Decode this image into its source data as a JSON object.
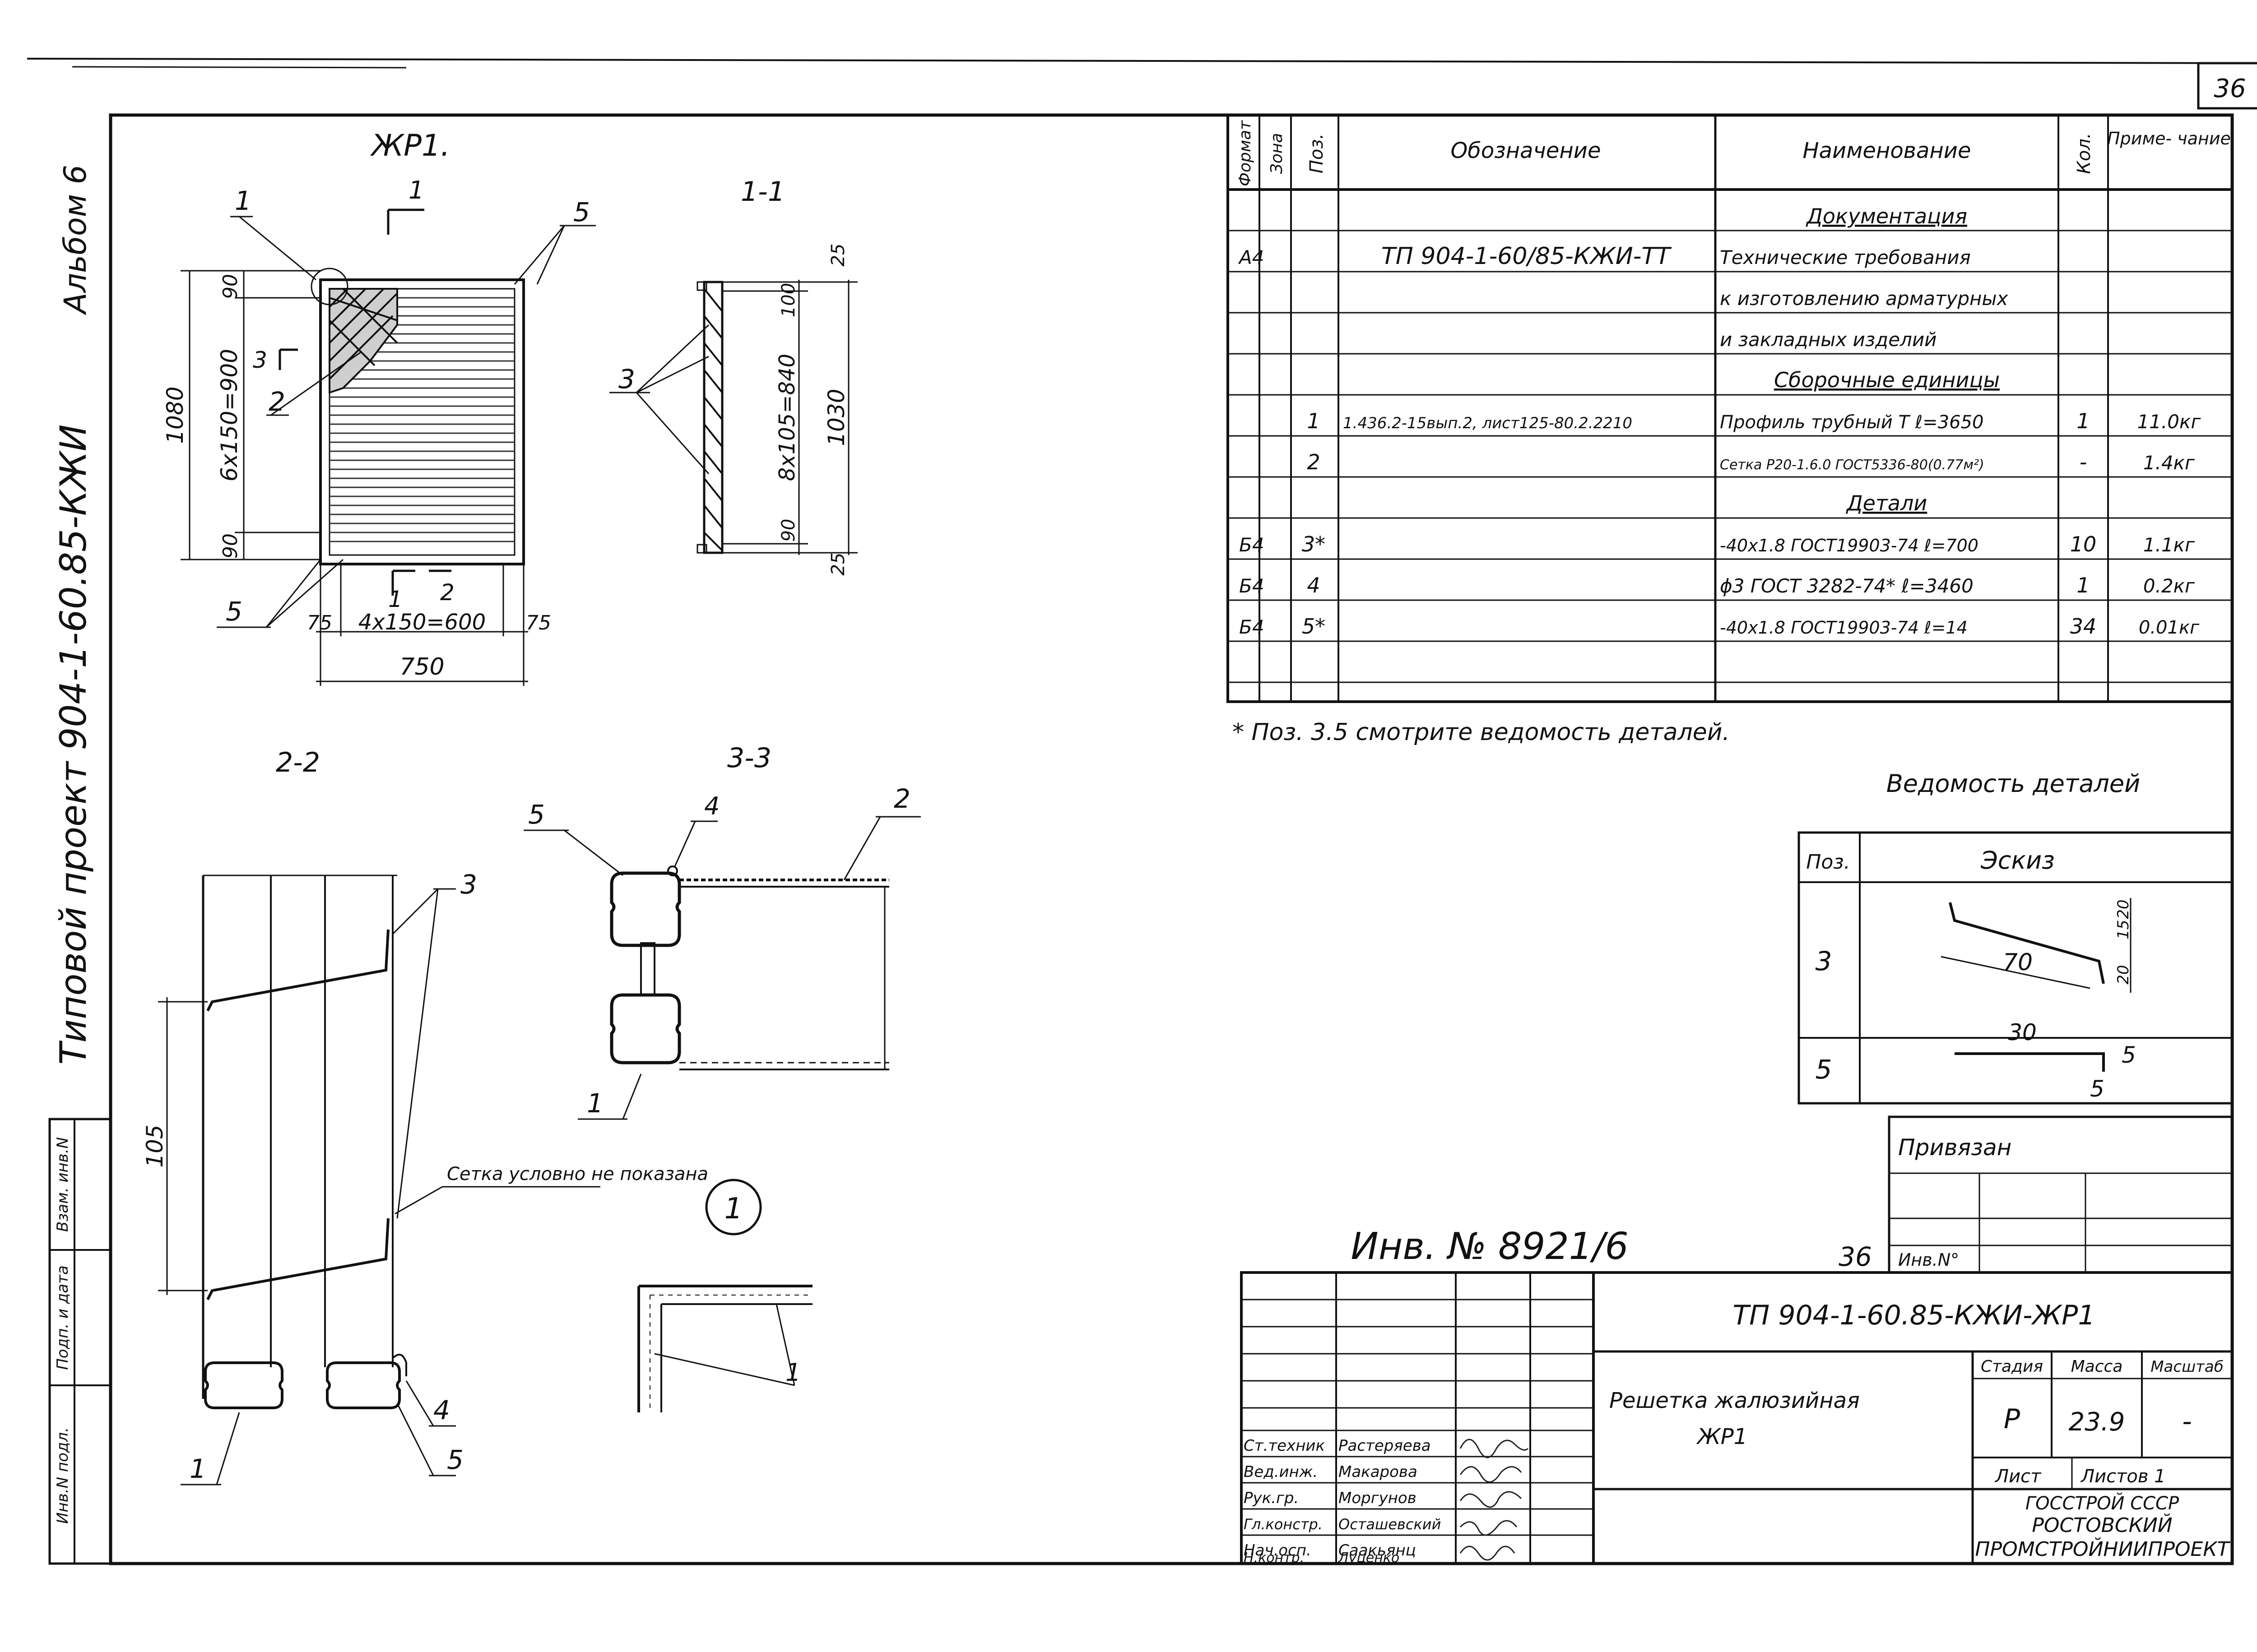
{
  "page_number": "36",
  "side_title": {
    "album": "Альбом 6",
    "project": "Типовой проект 904-1-60.85-КЖИ"
  },
  "side_stamp": [
    "Инв.N подл.",
    "Подп. и дата",
    "Взам. инв.N"
  ],
  "drawing": {
    "item_title": "ЖР1.",
    "section_1_1": "1-1",
    "section_2_2": "2-2",
    "section_3_3": "3-3",
    "detail_number": "1",
    "note_mesh": "Сетка условно не показана",
    "dims": {
      "total_h": "1080",
      "grid_v": "6x150=900",
      "top_90": "90",
      "bottom_90": "90",
      "grid_h": "4x150=600",
      "left_75": "75",
      "right_75": "75",
      "total_w": "750",
      "sec_grid": "8x105=840",
      "sec_total": "1030",
      "sec_top_25": "25",
      "sec_bot_25": "25",
      "sec_top_100": "100",
      "sec_bot_90": "90",
      "dim_105": "105"
    },
    "callouts": [
      "1",
      "2",
      "3",
      "4",
      "5"
    ]
  },
  "spec_table": {
    "headers": {
      "format": "Формат",
      "zone": "Зона",
      "pos": "Поз.",
      "designation": "Обозначение",
      "name": "Наименование",
      "qty": "Кол.",
      "note": "Приме- чание"
    },
    "rows": [
      {
        "format": "",
        "pos": "",
        "designation": "",
        "name": "Документация",
        "qty": "",
        "note": ""
      },
      {
        "format": "А4",
        "pos": "",
        "designation": "ТП 904-1-60/85-КЖИ-ТТ",
        "name": "Технические требования",
        "qty": "",
        "note": ""
      },
      {
        "format": "",
        "pos": "",
        "designation": "",
        "name": "к изготовлению арматурных",
        "qty": "",
        "note": ""
      },
      {
        "format": "",
        "pos": "",
        "designation": "",
        "name": "и закладных изделий",
        "qty": "",
        "note": ""
      },
      {
        "format": "",
        "pos": "",
        "designation": "",
        "name": "Сборочные единицы",
        "qty": "",
        "note": ""
      },
      {
        "format": "",
        "pos": "1",
        "designation": "1.436.2-15вып.2, лист125-80.2.2210",
        "name": "Профиль трубный Т ℓ=3650",
        "qty": "1",
        "note": "11.0кг"
      },
      {
        "format": "",
        "pos": "2",
        "designation": "",
        "name": "Сетка Р20-1.6.0 ГОСТ5336-80(0.77м²)",
        "qty": "-",
        "note": "1.4кг"
      },
      {
        "format": "",
        "pos": "",
        "designation": "",
        "name": "Детали",
        "qty": "",
        "note": ""
      },
      {
        "format": "Б4",
        "pos": "3*",
        "designation": "",
        "name": "-40x1.8 ГОСТ19903-74 ℓ=700",
        "qty": "10",
        "note": "1.1кг"
      },
      {
        "format": "Б4",
        "pos": "4",
        "designation": "",
        "name": "ϕ3 ГОСТ 3282-74* ℓ=3460",
        "qty": "1",
        "note": "0.2кг"
      },
      {
        "format": "Б4",
        "pos": "5*",
        "designation": "",
        "name": "-40x1.8 ГОСТ19903-74 ℓ=14",
        "qty": "34",
        "note": "0.01кг"
      },
      {
        "format": "",
        "pos": "",
        "designation": "",
        "name": "",
        "qty": "",
        "note": ""
      }
    ],
    "footnote": "* Поз. 3.5 смотрите ведомость деталей."
  },
  "details_table": {
    "title": "Ведомость деталей",
    "header_pos": "Поз.",
    "header_sketch": "Эскиз",
    "rows": [
      {
        "pos": "3",
        "dims": [
          "70",
          "20",
          "15",
          "20"
        ]
      },
      {
        "pos": "5",
        "dims": [
          "30",
          "5",
          "5"
        ]
      }
    ]
  },
  "tied": {
    "label": "Привязан",
    "inv_label": "Инв.N°"
  },
  "inventory": "Инв. № 8921/6",
  "sheet_ref": "36",
  "title_block": {
    "code": "ТП 904-1-60.85-КЖИ-ЖР1",
    "name_line1": "Решетка жалюзийная",
    "name_line2": "ЖР1",
    "stage_label": "Стадия",
    "mass_label": "Масса",
    "scale_label": "Масштаб",
    "stage": "Р",
    "mass": "23.9",
    "scale": "-",
    "sheet_label": "Лист",
    "sheets_label": "Листов 1",
    "org1": "ГОССТРОЙ СССР",
    "org2": "РОСТОВСКИЙ",
    "org3": "ПРОМСТРОЙНИИПРОЕКТ",
    "staff": [
      {
        "role": "Ст.техник",
        "name": "Растеряева"
      },
      {
        "role": "Вед.инж.",
        "name": "Макарова"
      },
      {
        "role": "Рук.гр.",
        "name": "Моргунов"
      },
      {
        "role": "Гл.констр.",
        "name": "Осташевский"
      },
      {
        "role": "Нач.осп.",
        "name": "Саакьянц"
      },
      {
        "role": "Н.контр.",
        "name": "Луценко"
      }
    ]
  }
}
